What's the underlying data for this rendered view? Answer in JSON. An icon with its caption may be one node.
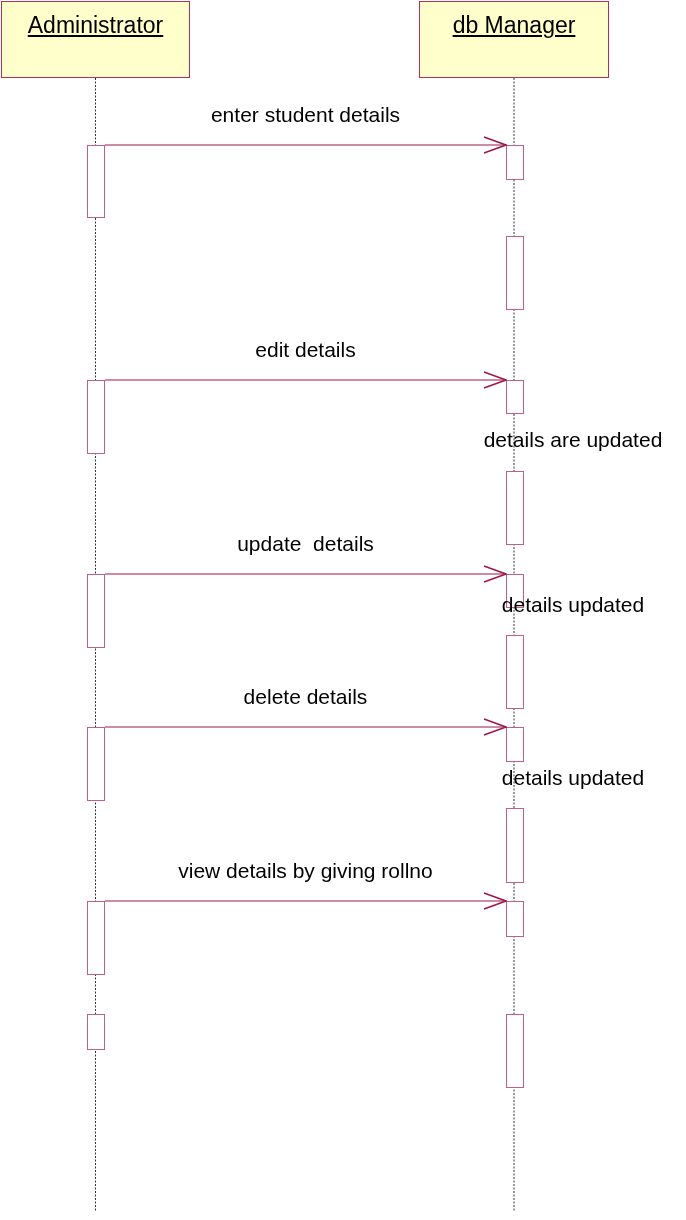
{
  "diagram": {
    "nodes": [
      {
        "text": [
          "Administrator"
        ]
      },
      {
        "text": [
          "db Manager"
        ]
      },
      {
        "text": [],
        "shape": "bar"
      },
      {
        "text": [],
        "shape": "bar"
      },
      {
        "text": [],
        "shape": "bar"
      },
      {
        "text": [],
        "shape": "bar"
      },
      {
        "text": [],
        "shape": "bar"
      },
      {
        "text": [],
        "shape": "bar"
      },
      {
        "text": [],
        "shape": "bar"
      },
      {
        "text": [],
        "shape": "bar"
      },
      {
        "text": [],
        "shape": "bar"
      },
      {
        "text": [],
        "shape": "bar"
      },
      {
        "text": [],
        "shape": "bar"
      },
      {
        "text": [],
        "shape": "bar"
      },
      {
        "text": [],
        "shape": "bar"
      },
      {
        "text": [],
        "shape": "bar"
      },
      {
        "text": [],
        "shape": "bar"
      },
      {
        "text": [],
        "shape": "bar"
      }
    ],
    "edges": [
      {
        "from": 2,
        "to": 3,
        "arrow": "to",
        "label": "enter student details"
      },
      {
        "from": 5,
        "to": 6,
        "arrow": "to",
        "label": "edit details"
      },
      {
        "from": 8,
        "to": 9,
        "arrow": "to",
        "label": "update  details"
      },
      {
        "from": 11,
        "to": 12,
        "arrow": "to",
        "label": "delete details"
      },
      {
        "from": 14,
        "to": 15,
        "arrow": "to",
        "label": "view details by giving rollno"
      }
    ],
    "labels": [
      "details are updated",
      "details updated",
      "details updated"
    ]
  }
}
